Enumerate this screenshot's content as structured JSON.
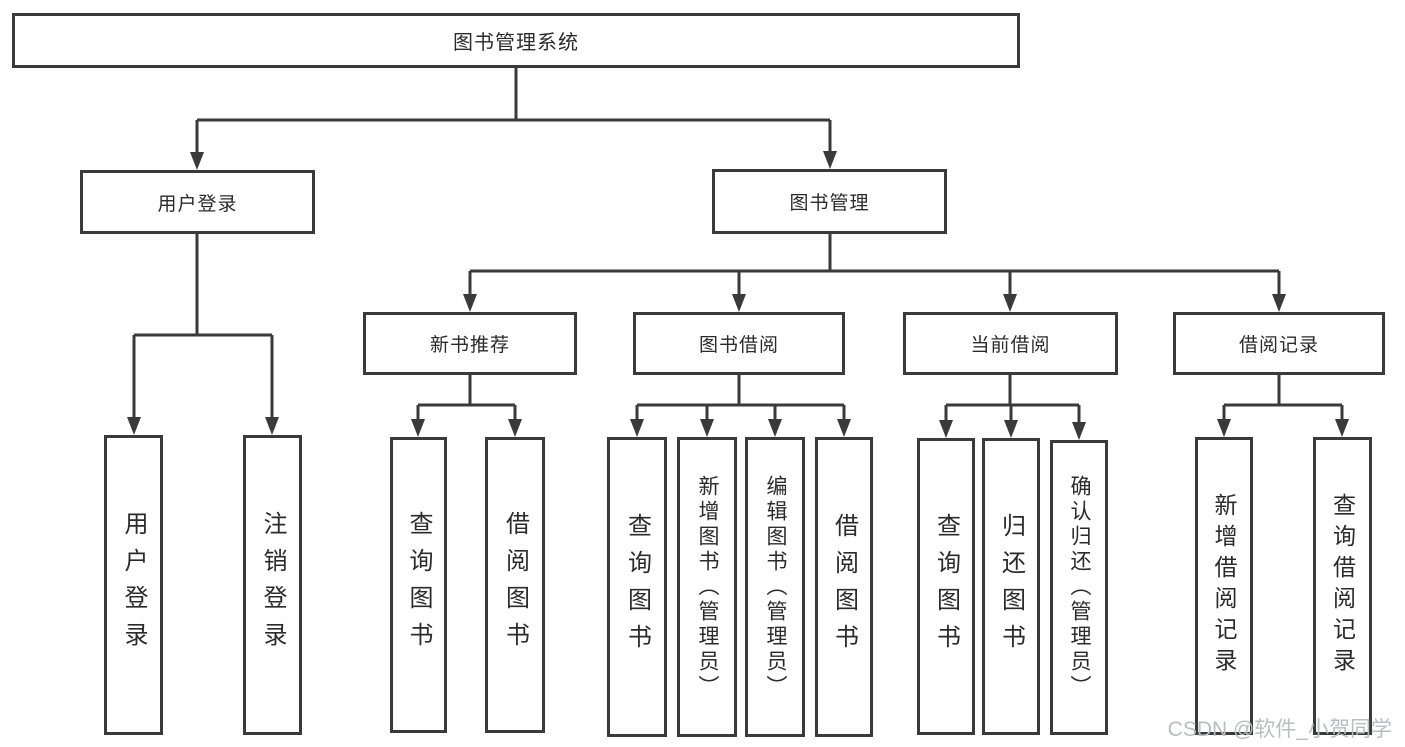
{
  "tree": {
    "label": "图书管理系统",
    "children": [
      {
        "label": "用户登录",
        "children": [
          {
            "label": "用户登录"
          },
          {
            "label": "注销登录"
          }
        ]
      },
      {
        "label": "图书管理",
        "children": [
          {
            "label": "新书推荐",
            "children": [
              {
                "label": "查询图书"
              },
              {
                "label": "借阅图书"
              }
            ]
          },
          {
            "label": "图书借阅",
            "children": [
              {
                "label": "查询图书"
              },
              {
                "label": "新增图书（管理员）"
              },
              {
                "label": "编辑图书（管理员）"
              },
              {
                "label": "借阅图书"
              }
            ]
          },
          {
            "label": "当前借阅",
            "children": [
              {
                "label": "查询图书"
              },
              {
                "label": "归还图书"
              },
              {
                "label": "确认归还（管理员）"
              }
            ]
          },
          {
            "label": "借阅记录",
            "children": [
              {
                "label": "新增借阅记录"
              },
              {
                "label": "查询借阅记录"
              }
            ]
          }
        ]
      }
    ]
  },
  "watermark": {
    "text": "CSDN @软件_小贺同学"
  },
  "colors": {
    "line": "#3a3a3a",
    "box_background": "#ffffff",
    "text": "#2b2b2b",
    "watermark": "#b9bdc3"
  }
}
